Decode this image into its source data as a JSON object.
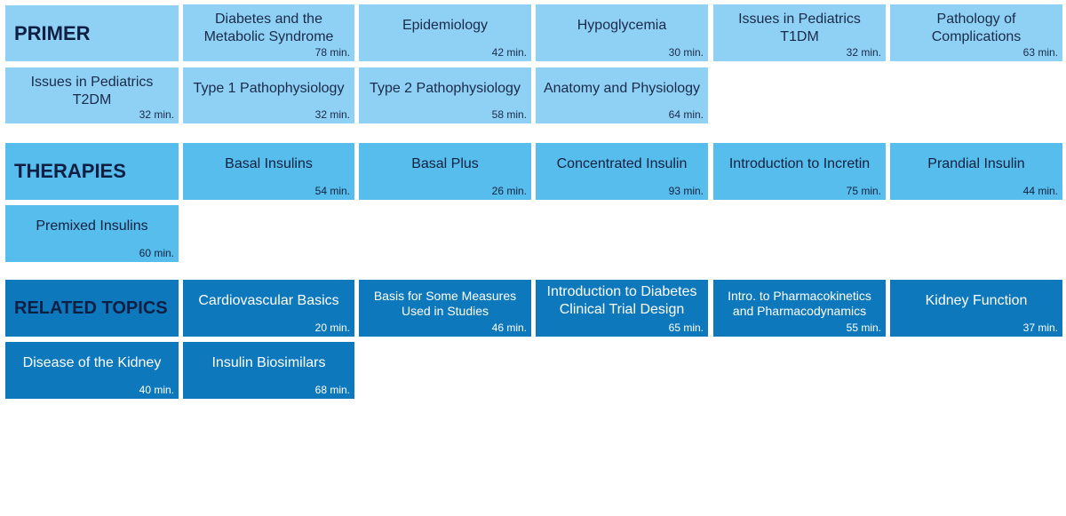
{
  "sections": {
    "primer": {
      "heading": "PRIMER",
      "tiles": [
        {
          "title": "Diabetes and the Metabolic Syndrome",
          "duration": "78 min."
        },
        {
          "title": "Epidemiology",
          "duration": "42 min."
        },
        {
          "title": "Hypoglycemia",
          "duration": "30 min."
        },
        {
          "title": "Issues in Pediatrics T1DM",
          "duration": "32 min."
        },
        {
          "title": "Pathology of Complications",
          "duration": "63 min."
        },
        {
          "title": "Issues in Pediatrics T2DM",
          "duration": "32 min."
        },
        {
          "title": "Type 1 Pathophysiology",
          "duration": "32 min."
        },
        {
          "title": "Type 2 Pathophysiology",
          "duration": "58 min."
        },
        {
          "title": "Anatomy and Physiology",
          "duration": "64 min."
        }
      ]
    },
    "therapies": {
      "heading": "THERAPIES",
      "tiles": [
        {
          "title": "Basal Insulins",
          "duration": "54 min."
        },
        {
          "title": "Basal Plus",
          "duration": "26 min."
        },
        {
          "title": "Concentrated Insulin",
          "duration": "93 min."
        },
        {
          "title": "Introduction to Incretin",
          "duration": "75 min."
        },
        {
          "title": "Prandial Insulin",
          "duration": "44 min."
        },
        {
          "title": "Premixed Insulins",
          "duration": "60 min."
        }
      ]
    },
    "related": {
      "heading": "RELATED TOPICS",
      "tiles": [
        {
          "title": "Cardiovascular Basics",
          "duration": "20 min."
        },
        {
          "title": "Basis for Some Measures Used in Studies",
          "duration": "46 min."
        },
        {
          "title": "Introduction to Diabetes Clinical Trial Design",
          "duration": "65 min."
        },
        {
          "title": "Intro. to Pharmacokinetics and Pharmacodynamics",
          "duration": "55 min."
        },
        {
          "title": "Kidney Function",
          "duration": "37 min."
        },
        {
          "title": "Disease of the Kidney",
          "duration": "40 min."
        },
        {
          "title": "Insulin Biosimilars",
          "duration": "68 min."
        }
      ]
    }
  },
  "colors": {
    "primer": "#8fd1f4",
    "therapies": "#56bdec",
    "related": "#0d78bb",
    "heading_text": "#0f1f44"
  }
}
